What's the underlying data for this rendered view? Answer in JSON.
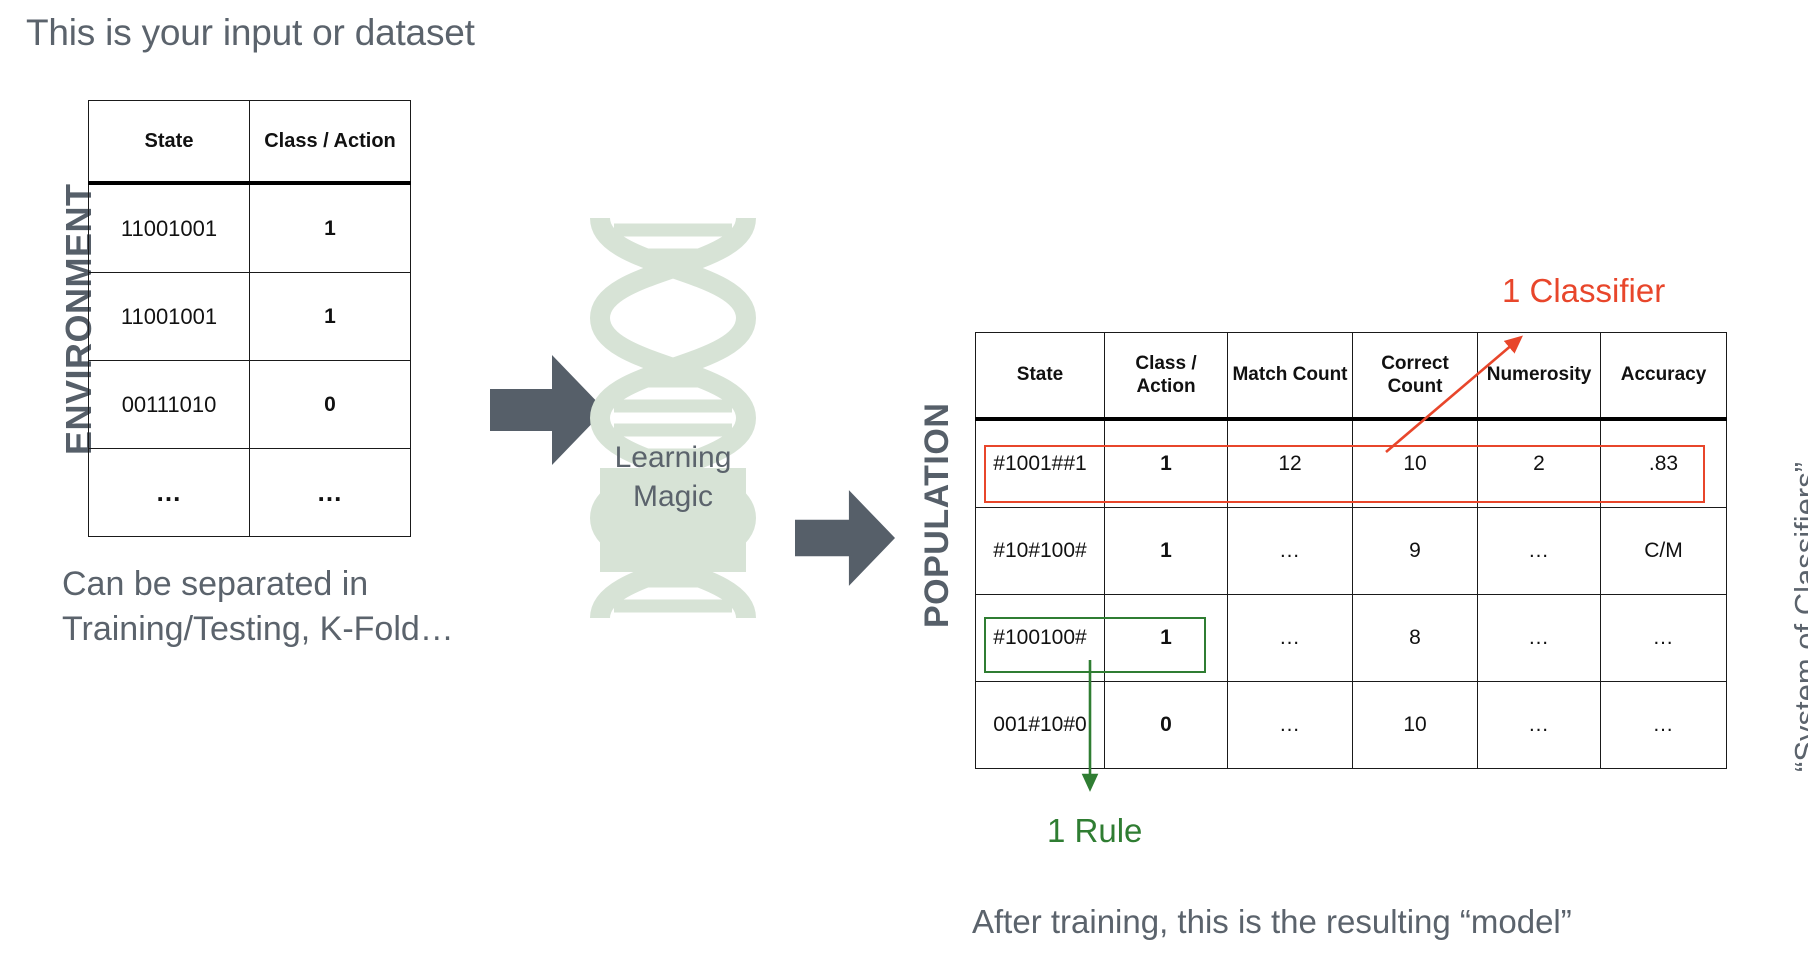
{
  "headline": "This is your input or dataset",
  "labels": {
    "environment": "ENVIRONMENT",
    "population": "POPULATION",
    "system_of_classifiers": "“System of Classifiers”"
  },
  "environment_table": {
    "headers": [
      "State",
      "Class / Action"
    ],
    "rows": [
      [
        "11001001",
        "1"
      ],
      [
        "11001001",
        "1"
      ],
      [
        "00111010",
        "0"
      ],
      [
        "…",
        "…"
      ]
    ]
  },
  "environment_caption": "Can be separated in Training/Testing, K-Fold…",
  "center": {
    "helix_line1": "Learning",
    "helix_line2": "Magic",
    "helix_color": "#d7e3d6",
    "arrow_color": "#565f69"
  },
  "population_table": {
    "headers": [
      "State",
      "Class / Action",
      "Match Count",
      "Correct Count",
      "Numerosity",
      "Accuracy"
    ],
    "rows": [
      [
        "#1001##1",
        "1",
        "12",
        "10",
        "2",
        ".83"
      ],
      [
        "#10#100#",
        "1",
        "…",
        "9",
        "…",
        "C/M"
      ],
      [
        "#100100#",
        "1",
        "…",
        "8",
        "…",
        "…"
      ],
      [
        "001#10#0",
        "0",
        "…",
        "10",
        "…",
        "…"
      ]
    ]
  },
  "annotations": {
    "classifier_label": "1 Classifier",
    "classifier_color": "#e8462b",
    "rule_label": "1 Rule",
    "rule_color": "#2f7d32"
  },
  "model_caption": "After training, this is the resulting “model”"
}
